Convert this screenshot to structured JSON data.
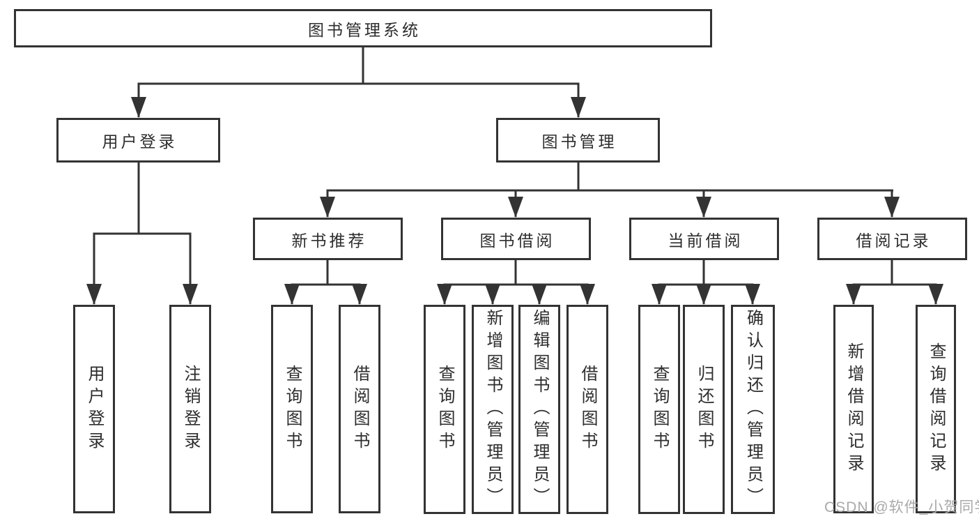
{
  "tree": {
    "root": {
      "label": "图书管理系统"
    },
    "children": [
      {
        "label": "用户登录",
        "children": [
          {
            "label": "用户登录"
          },
          {
            "label": "注销登录"
          }
        ]
      },
      {
        "label": "图书管理",
        "children": [
          {
            "label": "新书推荐",
            "children": [
              {
                "label": "查询图书"
              },
              {
                "label": "借阅图书"
              }
            ]
          },
          {
            "label": "图书借阅",
            "children": [
              {
                "label": "查询图书"
              },
              {
                "label": "新增图书（管理员）"
              },
              {
                "label": "编辑图书（管理员）"
              },
              {
                "label": "借阅图书"
              }
            ]
          },
          {
            "label": "当前借阅",
            "children": [
              {
                "label": "查询图书"
              },
              {
                "label": "归还图书"
              },
              {
                "label": "确认归还（管理员）"
              }
            ]
          },
          {
            "label": "借阅记录",
            "children": [
              {
                "label": "新增借阅记录"
              },
              {
                "label": "查询借阅记录"
              }
            ]
          }
        ]
      }
    ]
  },
  "watermark": {
    "text": "CSDN @软件_小贺同学"
  },
  "colors": {
    "line": "#333333",
    "text": "#2d2d2d",
    "watermark": "#a9a9a9",
    "background": "#ffffff"
  }
}
